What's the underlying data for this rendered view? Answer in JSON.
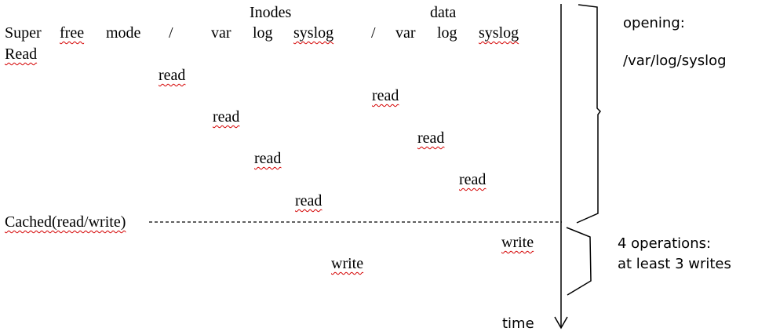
{
  "header": {
    "inodes": "Inodes",
    "data": "data",
    "columns": [
      "Super",
      "free",
      "mode",
      "/",
      "var",
      "log",
      "syslog",
      "/",
      "var",
      "log",
      "syslog"
    ],
    "read_label": "Read"
  },
  "operations": {
    "reads": [
      "read",
      "read",
      "read",
      "read",
      "read",
      "read",
      "read"
    ],
    "cached_label": "Cached(read/write)",
    "writes": [
      "write",
      "write"
    ]
  },
  "annotations": {
    "opening_title": "opening:",
    "opening_path": "/var/log/syslog",
    "ops_line1": "4 operations:",
    "ops_line2": "at least 3 writes",
    "time_label": "time"
  }
}
